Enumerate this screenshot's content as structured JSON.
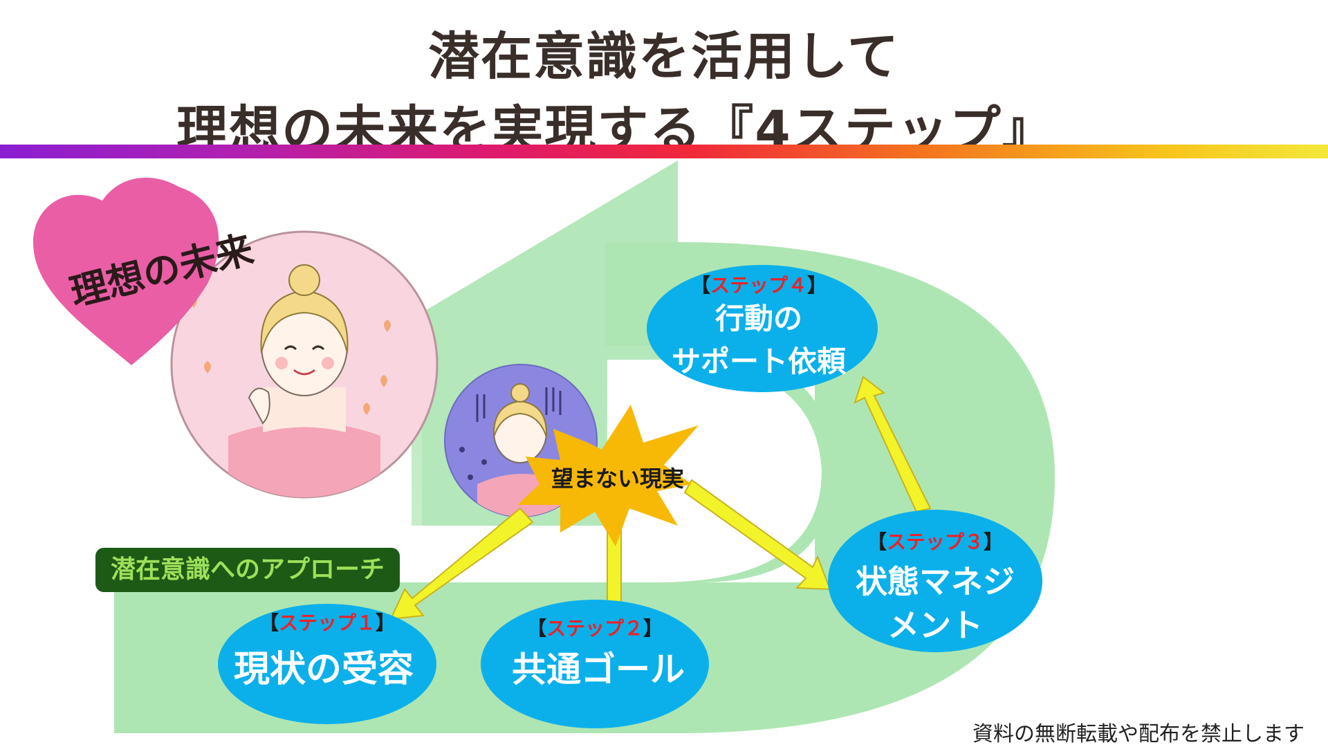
{
  "title": {
    "line1": "潜在意識を活用して",
    "line2": "理想の未来を実現する『4ステップ』"
  },
  "heart_label": "理想の未来",
  "burst_label": "望まない現実",
  "approach_label": "潜在意識へのアプローチ",
  "steps": [
    {
      "tag_open": "【",
      "tag": "ステップ１",
      "tag_close": "】",
      "line1": "現状の受容",
      "line2": ""
    },
    {
      "tag_open": "【",
      "tag": "ステップ２",
      "tag_close": "】",
      "line1": "共通ゴール",
      "line2": ""
    },
    {
      "tag_open": "【",
      "tag": "ステップ３",
      "tag_close": "】",
      "line1": "状態マネジ",
      "line2": "メント"
    },
    {
      "tag_open": "【",
      "tag": "ステップ４",
      "tag_close": "】",
      "line1": "行動の",
      "line2": "サポート依頼"
    }
  ],
  "footer": "資料の無断転載や配布を禁止します",
  "colors": {
    "title": "#3a2e2a",
    "big_arrow": "#aee6b3",
    "step_ellipse": "#0bb0ea",
    "step_tag": "#e8232a",
    "yellow_arrow": "#f3f32a",
    "burst": "#f7b806",
    "heart": "#ea5ea6",
    "approach_bg": "#1d5a16",
    "approach_text": "#9ee05a"
  }
}
